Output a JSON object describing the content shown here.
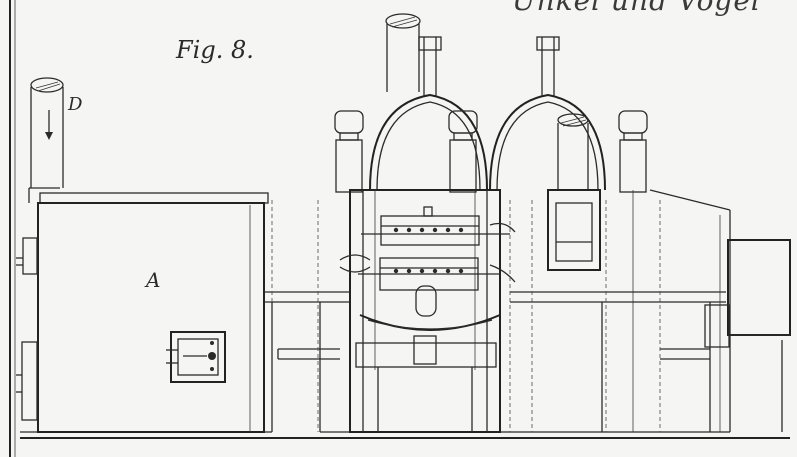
{
  "figure": {
    "title": "Fig. 8.",
    "header_script": "Unkel und Vogel",
    "labels": {
      "d": "D",
      "a": "A"
    }
  },
  "colors": {
    "paper": "#f5f5f3",
    "ink": "#2a2a2a"
  },
  "icons": {
    "flow_arrow": "down-arrow-icon"
  }
}
